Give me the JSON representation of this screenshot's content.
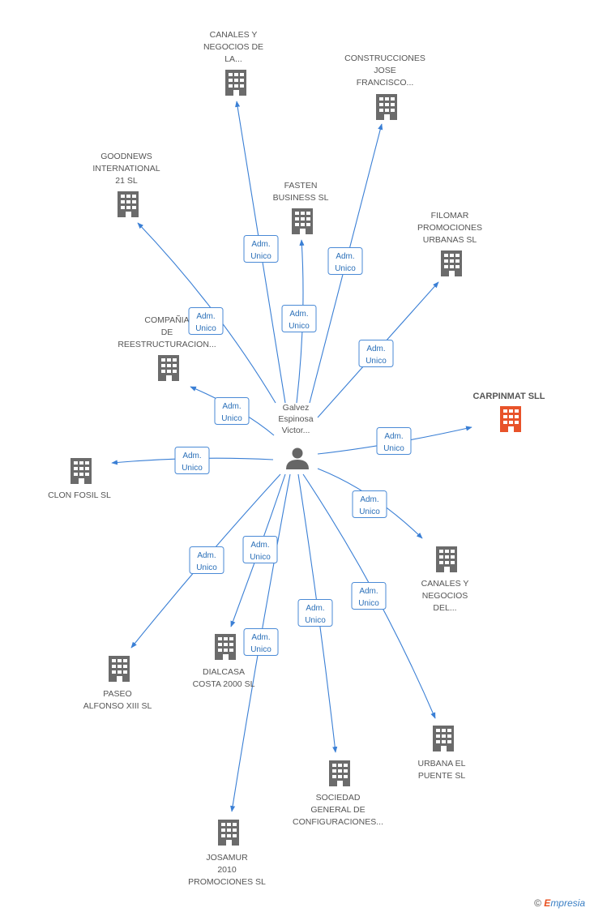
{
  "person": {
    "name_lines": [
      "Galvez",
      "Espinosa",
      "Victor..."
    ]
  },
  "companies": [
    {
      "id": "canales-1",
      "lines": [
        "CANALES Y",
        "NEGOCIOS DE",
        "LA..."
      ],
      "role": "Adm. Unico"
    },
    {
      "id": "construcciones",
      "lines": [
        "CONSTRUCCIONES",
        "JOSE",
        "FRANCISCO..."
      ],
      "role": "Adm. Unico"
    },
    {
      "id": "goodnews",
      "lines": [
        "GOODNEWS",
        "INTERNATIONAL",
        "21 SL"
      ],
      "role": "Adm. Unico"
    },
    {
      "id": "fasten",
      "lines": [
        "FASTEN",
        "BUSINESS SL"
      ],
      "role": "Adm. Unico"
    },
    {
      "id": "filomar",
      "lines": [
        "FILOMAR",
        "PROMOCIONES",
        "URBANAS SL"
      ],
      "role": "Adm. Unico"
    },
    {
      "id": "compania",
      "lines": [
        "COMPAÑIA",
        "DE",
        "REESTRUCTURACION..."
      ],
      "role": "Adm. Unico"
    },
    {
      "id": "carpinmat",
      "lines": [
        "CARPINMAT SLL"
      ],
      "role": "Adm. Unico",
      "highlight": true
    },
    {
      "id": "clon-fosil",
      "lines": [
        "CLON FOSIL SL"
      ],
      "role": "Adm. Unico"
    },
    {
      "id": "canales-2",
      "lines": [
        "CANALES Y",
        "NEGOCIOS",
        "DEL..."
      ],
      "role": "Adm. Unico"
    },
    {
      "id": "paseo",
      "lines": [
        "PASEO",
        "ALFONSO XIII SL"
      ],
      "role": "Adm. Unico"
    },
    {
      "id": "dialcasa",
      "lines": [
        "DIALCASA",
        "COSTA 2000 SL"
      ],
      "role": "Adm. Unico"
    },
    {
      "id": "urbana",
      "lines": [
        "URBANA EL",
        "PUENTE  SL"
      ],
      "role": "Adm. Unico"
    },
    {
      "id": "sociedad",
      "lines": [
        "SOCIEDAD",
        "GENERAL DE",
        "CONFIGURACIONES..."
      ],
      "role": "Adm. Unico"
    },
    {
      "id": "josamur",
      "lines": [
        "JOSAMUR",
        "2010",
        "PROMOCIONES SL"
      ],
      "role": "Adm. Unico"
    }
  ],
  "colors": {
    "edge": "#3a7fd5",
    "building": "#6b6b6b",
    "highlight": "#e8532a",
    "role_border": "#4a8ad6",
    "person": "#666666"
  },
  "footer": {
    "copyright": "©",
    "brand_first": "E",
    "brand_rest": "mpresia"
  }
}
